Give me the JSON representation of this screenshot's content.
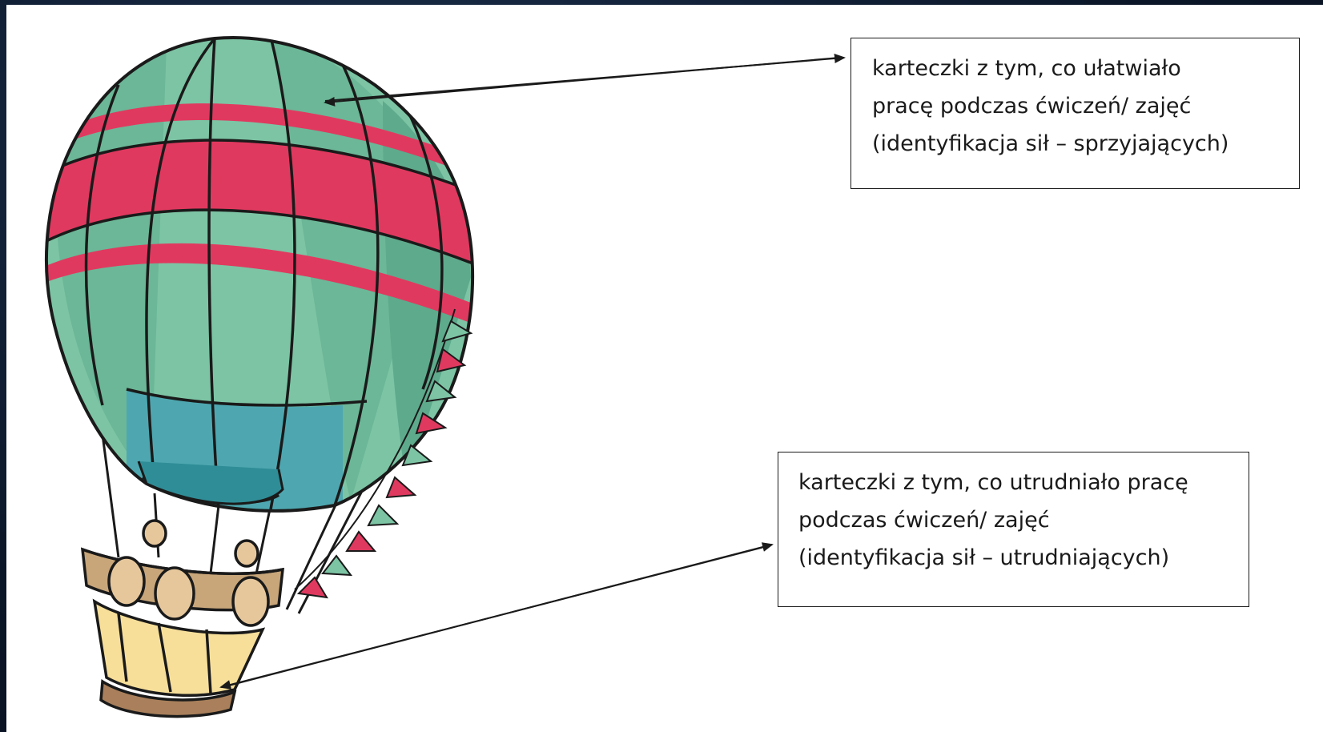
{
  "colors": {
    "background_frame": "#0c1a2e",
    "canvas": "#ffffff",
    "balloon_green": "#7cc4a4",
    "balloon_green_dark": "#5eaa8c",
    "balloon_red": "#e0395f",
    "balloon_teal": "#4ea7b0",
    "basket_tan": "#c8a67a",
    "basket_yellow": "#f7df9a",
    "outline": "#1a1a1a"
  },
  "labels": {
    "top": {
      "line1": "karteczki z tym, co ułatwiało",
      "line2": "pracę podczas ćwiczeń/ zajęć",
      "line3": "(identyfikacja sił – sprzyjających)"
    },
    "bottom": {
      "line1": "karteczki z tym, co utrudniało pracę",
      "line2": "podczas ćwiczeń/ zajęć",
      "line3": "(identyfikacja sił – utrudniających)"
    }
  },
  "icons": {
    "balloon": "hot-air-balloon-icon",
    "arrow": "arrow-icon"
  }
}
